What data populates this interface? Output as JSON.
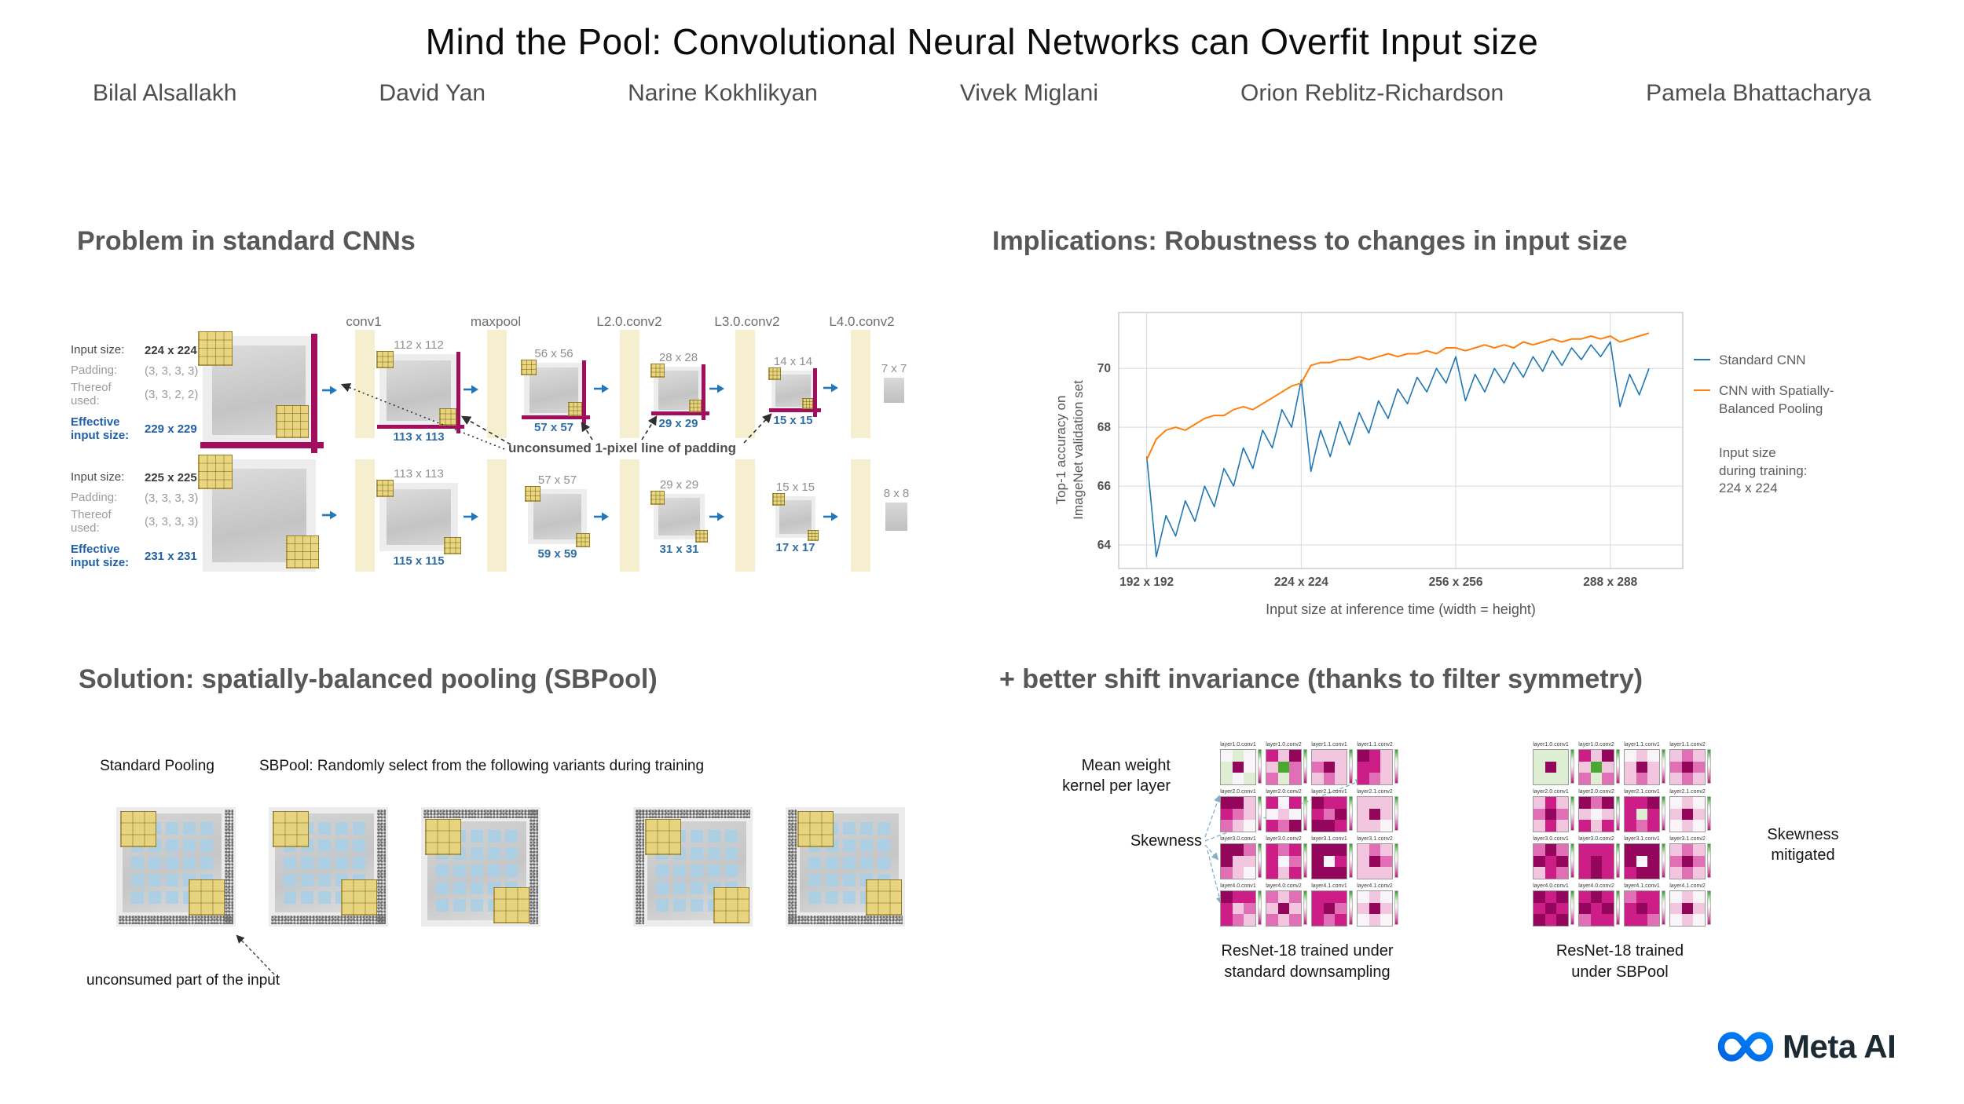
{
  "title": "Mind the Pool: Convolutional Neural Networks can Overfit Input size",
  "authors": [
    "Bilal Alsallakh",
    "David Yan",
    "Narine Kokhlikyan",
    "Vivek Miglani",
    "Orion Reblitz-Richardson",
    "Pamela Bhattacharya"
  ],
  "sections": {
    "problem": {
      "heading": "Problem in standard CNNs"
    },
    "implications": {
      "heading": "Implications: Robustness to changes in input size"
    },
    "solution": {
      "heading": "Solution: spatially-balanced pooling (SBPool)",
      "standard_label": "Standard Pooling",
      "sbpool_label": "SBPool: Randomly select from the following variants during training",
      "annotation": "unconsumed part of the input",
      "variants": [
        {
          "name": "standard-pooling",
          "speckle": [
            "right",
            "bottom"
          ]
        },
        {
          "name": "sbpool-variant-1",
          "speckle": [
            "right",
            "bottom"
          ]
        },
        {
          "name": "sbpool-variant-2",
          "speckle": [
            "top",
            "right"
          ]
        },
        {
          "name": "sbpool-variant-3",
          "speckle": [
            "top",
            "left"
          ]
        },
        {
          "name": "sbpool-variant-4",
          "speckle": [
            "left",
            "bottom"
          ]
        }
      ]
    },
    "shift": {
      "heading": "+ better shift invariance (thanks to filter symmetry)",
      "mean_weight_label": "Mean weight\nkernel per layer",
      "skewness_label": "Skewness",
      "mitigated_label": "Skewness\nmitigated",
      "captions": [
        "ResNet-18 trained under\nstandard downsampling",
        "ResNet-18 trained\nunder SBPool"
      ],
      "layer_labels": [
        "layer1.0.conv1",
        "layer1.0.conv2",
        "layer1.1.conv1",
        "layer1.1.conv2",
        "layer2.0.conv1",
        "layer2.0.conv2",
        "layer2.1.conv1",
        "layer2.1.conv2",
        "layer3.0.conv1",
        "layer3.0.conv2",
        "layer3.1.conv1",
        "layer3.1.conv2",
        "layer4.0.conv1",
        "layer4.0.conv2",
        "layer4.1.conv1",
        "layer4.1.conv2"
      ],
      "colormap": {
        "neg": "#49a832",
        "zero": "#f9f4f7",
        "pos": "#93065c"
      },
      "panels": [
        {
          "name": "standard-downsampling",
          "kernels": [
            [
              0,
              -1,
              0,
              -1,
              4,
              0,
              -1,
              0,
              -1
            ],
            [
              3,
              1,
              4,
              1,
              -2,
              2,
              2,
              -1,
              2
            ],
            [
              1,
              1,
              1,
              2,
              4,
              1,
              1,
              2,
              1
            ],
            [
              4,
              3,
              1,
              3,
              3,
              1,
              3,
              2,
              1
            ],
            [
              4,
              4,
              1,
              3,
              2,
              1,
              2,
              1,
              0
            ],
            [
              3,
              0,
              3,
              0,
              1,
              0,
              3,
              2,
              4
            ],
            [
              4,
              3,
              3,
              3,
              2,
              4,
              4,
              4,
              3
            ],
            [
              1,
              1,
              1,
              1,
              4,
              1,
              1,
              1,
              0
            ],
            [
              4,
              4,
              2,
              4,
              1,
              1,
              2,
              1,
              0
            ],
            [
              3,
              2,
              3,
              3,
              0,
              2,
              3,
              1,
              3
            ],
            [
              4,
              4,
              4,
              4,
              0,
              3,
              4,
              4,
              4
            ],
            [
              1,
              2,
              1,
              1,
              4,
              2,
              1,
              1,
              1
            ],
            [
              4,
              3,
              3,
              3,
              1,
              2,
              3,
              2,
              1
            ],
            [
              2,
              1,
              2,
              1,
              4,
              1,
              2,
              1,
              2
            ],
            [
              3,
              3,
              3,
              3,
              4,
              2,
              3,
              2,
              3
            ],
            [
              0,
              1,
              0,
              1,
              4,
              1,
              0,
              1,
              0
            ]
          ]
        },
        {
          "name": "sbpool",
          "kernels": [
            [
              -1,
              -1,
              -1,
              -1,
              4,
              -1,
              -1,
              -1,
              -1
            ],
            [
              3,
              1,
              4,
              1,
              -2,
              1,
              2,
              -1,
              2
            ],
            [
              0,
              1,
              0,
              1,
              4,
              1,
              1,
              2,
              1
            ],
            [
              1,
              2,
              1,
              2,
              4,
              2,
              1,
              2,
              1
            ],
            [
              1,
              3,
              1,
              2,
              4,
              2,
              1,
              3,
              1
            ],
            [
              4,
              2,
              4,
              1,
              0,
              1,
              3,
              1,
              3
            ],
            [
              3,
              3,
              4,
              3,
              -1,
              3,
              3,
              2,
              3
            ],
            [
              0,
              1,
              0,
              1,
              4,
              1,
              0,
              1,
              0
            ],
            [
              2,
              4,
              2,
              4,
              3,
              4,
              1,
              3,
              2
            ],
            [
              3,
              3,
              3,
              3,
              4,
              3,
              3,
              4,
              3
            ],
            [
              4,
              4,
              4,
              4,
              0,
              4,
              3,
              4,
              4
            ],
            [
              1,
              2,
              1,
              2,
              4,
              2,
              1,
              2,
              1
            ],
            [
              4,
              3,
              4,
              3,
              4,
              3,
              4,
              3,
              4
            ],
            [
              3,
              4,
              3,
              4,
              3,
              4,
              2,
              3,
              3
            ],
            [
              2,
              3,
              3,
              3,
              4,
              3,
              3,
              3,
              2
            ],
            [
              0,
              1,
              0,
              1,
              4,
              1,
              0,
              1,
              0
            ]
          ]
        }
      ]
    }
  },
  "cnn": {
    "stage_labels": [
      "conv1",
      "maxpool",
      "L2.0.conv2",
      "L3.0.conv2",
      "L4.0.conv2"
    ],
    "annotation": "unconsumed 1-pixel line of padding",
    "rows": [
      {
        "info": [
          {
            "label": "Input size:",
            "value": "224 x 224",
            "style": "dark"
          },
          {
            "label": "Padding:",
            "value": "(3, 3, 3, 3)",
            "style": "muted"
          },
          {
            "label": "Thereof\nused:",
            "value": "(3, 3, 2, 2)",
            "style": "muted"
          },
          {
            "label": "Effective\ninput size:",
            "value": "229 x 229",
            "style": "blue"
          }
        ],
        "maps": [
          {
            "top": "112 x 112",
            "bottom": "113 x 113"
          },
          {
            "top": "56 x 56",
            "bottom": "57 x 57"
          },
          {
            "top": "28 x 28",
            "bottom": "29 x 29"
          },
          {
            "top": "14 x 14",
            "bottom": "15 x 15"
          },
          {
            "top": "7 x 7",
            "bottom": ""
          }
        ]
      },
      {
        "info": [
          {
            "label": "Input size:",
            "value": "225 x 225",
            "style": "dark"
          },
          {
            "label": "Padding:",
            "value": "(3, 3, 3, 3)",
            "style": "muted"
          },
          {
            "label": "Thereof\nused:",
            "value": "(3, 3, 3, 3)",
            "style": "muted"
          },
          {
            "label": "Effective\ninput size:",
            "value": "231 x 231",
            "style": "blue"
          }
        ],
        "maps": [
          {
            "top": "113 x 113",
            "bottom": "115 x 115"
          },
          {
            "top": "57 x 57",
            "bottom": "59 x 59"
          },
          {
            "top": "29 x 29",
            "bottom": "31 x 31"
          },
          {
            "top": "15 x 15",
            "bottom": "17 x 17"
          },
          {
            "top": "8 x 8",
            "bottom": ""
          }
        ]
      }
    ]
  },
  "chart_data": {
    "type": "line",
    "title": "",
    "xlabel": "Input size at inference time (width = height)",
    "ylabel": "Top-1 accuracy on\nImageNet validation set",
    "x_tick_labels": [
      "192 x 192",
      "224 x 224",
      "256 x 256",
      "288 x 288"
    ],
    "x_tick_values": [
      192,
      224,
      256,
      288
    ],
    "y_ticks": [
      64,
      66,
      68,
      70
    ],
    "xlim": [
      186.2,
      303
    ],
    "ylim": [
      63.2,
      71.9
    ],
    "grid": true,
    "legend_position": "right",
    "legend_note": "Input size\nduring training:\n224 x 224",
    "x_start": 192,
    "x_step": 2,
    "series": [
      {
        "name": "Standard CNN",
        "legend_label": "Standard CNN",
        "color": "#1f77b4",
        "values": [
          67.0,
          63.6,
          65.0,
          64.3,
          65.5,
          64.8,
          66.0,
          65.3,
          66.6,
          66.0,
          67.3,
          66.6,
          67.9,
          67.3,
          68.6,
          68.0,
          69.6,
          66.5,
          67.9,
          67.0,
          68.2,
          67.4,
          68.5,
          67.8,
          68.9,
          68.3,
          69.3,
          68.8,
          69.7,
          69.2,
          70.0,
          69.5,
          70.4,
          68.9,
          69.8,
          69.2,
          70.0,
          69.5,
          70.2,
          69.7,
          70.4,
          69.9,
          70.6,
          70.1,
          70.7,
          70.3,
          70.8,
          70.4,
          70.9,
          68.7,
          69.8,
          69.1,
          70.0
        ]
      },
      {
        "name": "CNN with Spatially-Balanced Pooling",
        "legend_label": "CNN with Spatially-\nBalanced Pooling",
        "color": "#ff7f0e",
        "values": [
          66.9,
          67.6,
          67.9,
          68.0,
          67.9,
          68.1,
          68.3,
          68.4,
          68.4,
          68.6,
          68.7,
          68.6,
          68.8,
          69.0,
          69.2,
          69.4,
          69.5,
          70.1,
          70.2,
          70.2,
          70.3,
          70.3,
          70.4,
          70.3,
          70.4,
          70.5,
          70.4,
          70.5,
          70.5,
          70.6,
          70.5,
          70.7,
          70.7,
          70.6,
          70.7,
          70.8,
          70.7,
          70.8,
          70.7,
          70.9,
          70.8,
          70.9,
          71.0,
          70.9,
          71.0,
          71.0,
          71.1,
          71.0,
          71.1,
          70.9,
          71.0,
          71.1,
          71.2
        ]
      }
    ]
  },
  "style_colors": {
    "maroon_padding_line": "#a30d5d",
    "conv_bar_yellow": "#f6efcf",
    "kernel_yellow": "#e9d478",
    "effective_size_blue": "#1f5fa8",
    "flow_arrow_blue": "#2277bb",
    "heading_gray": "#575757"
  },
  "logo": {
    "text": "Meta AI",
    "gradient": [
      "#0064e0",
      "#0082fb"
    ],
    "text_color": "#1c2b33"
  }
}
